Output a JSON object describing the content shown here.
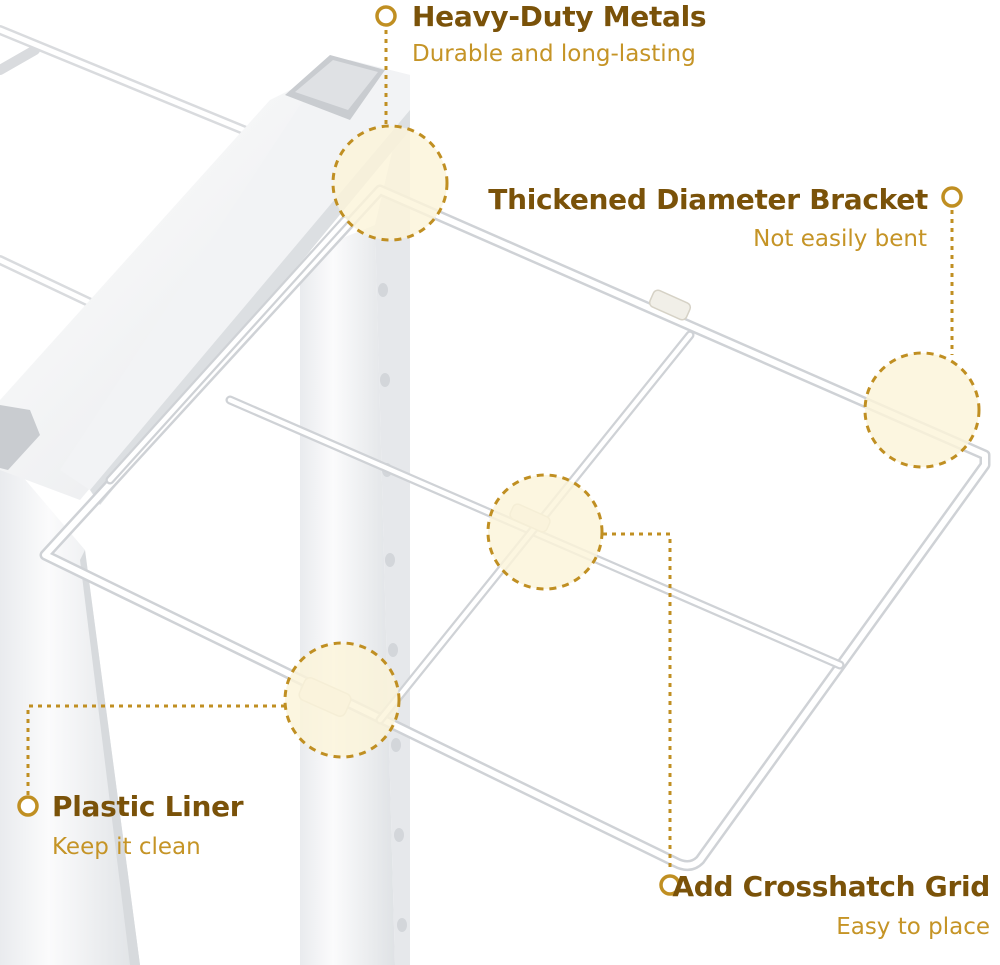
{
  "callouts": {
    "metals": {
      "title": "Heavy-Duty Metals",
      "subtitle": "Durable and long-lasting"
    },
    "bracket": {
      "title": "Thickened Diameter Bracket",
      "subtitle": "Not easily bent"
    },
    "liner": {
      "title": "Plastic Liner",
      "subtitle": "Keep it clean"
    },
    "grid": {
      "title": "Add Crosshatch Grid",
      "subtitle": "Easy to place"
    }
  },
  "colors": {
    "title": "#7a5209",
    "subtitle": "#c59426",
    "accent": "#c08f22",
    "highlight": "#fbf4d9"
  }
}
